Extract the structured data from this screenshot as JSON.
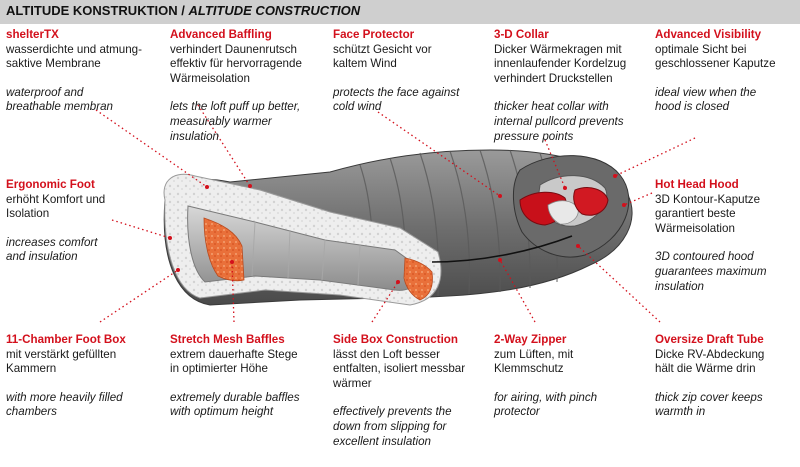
{
  "header": {
    "title_de": "ALTITUDE KONSTRUKTION",
    "separator": "/",
    "title_en": "ALTITUDE CONSTRUCTION"
  },
  "colors": {
    "accent_red": "#d3101c",
    "header_bg": "#cfcfcf",
    "shell_gray": "#7a7a7a",
    "insulation_white": "#eeeeee",
    "heat_orange": "#e8703a"
  },
  "features": {
    "sheltertx": {
      "title": "shelterTX",
      "de": [
        "wasserdichte und atmung-",
        "saktive Membrane"
      ],
      "en": [
        "waterproof and",
        "breathable membran"
      ]
    },
    "advanced_baffling": {
      "title": "Advanced Baffling",
      "de": [
        "verhindert Daunenrutsch",
        "effektiv für hervorragende",
        "Wärmeisolation"
      ],
      "en": [
        "lets the loft puff up better,",
        "measurably warmer",
        "insulation"
      ]
    },
    "face_protector": {
      "title": "Face Protector",
      "de": [
        "schützt Gesicht vor",
        "kaltem Wind"
      ],
      "en": [
        "protects the face against",
        "cold wind"
      ]
    },
    "collar_3d": {
      "title": "3-D Collar",
      "de": [
        "Dicker Wärmekragen mit",
        "innenlaufender Kordelzug",
        "verhindert Druckstellen"
      ],
      "en": [
        "thicker heat collar with",
        "internal pullcord prevents",
        "pressure points"
      ]
    },
    "advanced_visibility": {
      "title": "Advanced Visibility",
      "de": [
        "optimale Sicht bei",
        "geschlossener Kaputze"
      ],
      "en": [
        "ideal view when the",
        "hood is closed"
      ]
    },
    "ergonomic_foot": {
      "title": "Ergonomic Foot",
      "de": [
        "erhöht Komfort und",
        "Isolation"
      ],
      "en": [
        "increases comfort",
        "and insulation"
      ]
    },
    "hot_head_hood": {
      "title": "Hot Head Hood",
      "de": [
        "3D Kontour-Kaputze",
        "garantiert beste",
        "Wärmeisolation"
      ],
      "en": [
        "3D contoured hood",
        "guarantees maximum",
        "insulation"
      ]
    },
    "foot_box": {
      "title": "11-Chamber Foot Box",
      "de": [
        "mit verstärkt gefüllten",
        "Kammern"
      ],
      "en": [
        "with more heavily filled",
        "chambers"
      ]
    },
    "stretch_mesh": {
      "title": "Stretch Mesh Baffles",
      "de": [
        "extrem dauerhafte Stege",
        "in optimierter Höhe"
      ],
      "en": [
        "extremely durable baffles",
        "with optimum height"
      ]
    },
    "side_box": {
      "title": "Side Box Construction",
      "de": [
        "lässt den Loft besser",
        "entfalten, isoliert messbar",
        "wärmer"
      ],
      "en": [
        "effectively prevents the",
        "down from slipping for",
        "excellent insulation"
      ]
    },
    "zipper": {
      "title": "2-Way Zipper",
      "de": [
        "zum Lüften, mit",
        "Klemmschutz"
      ],
      "en": [
        "for airing, with pinch",
        "protector"
      ]
    },
    "draft_tube": {
      "title": "Oversize Draft Tube",
      "de": [
        "Dicke RV-Abdeckung",
        "hält die Wärme drin"
      ],
      "en": [
        "thick zip cover keeps",
        "warmth in"
      ]
    }
  }
}
